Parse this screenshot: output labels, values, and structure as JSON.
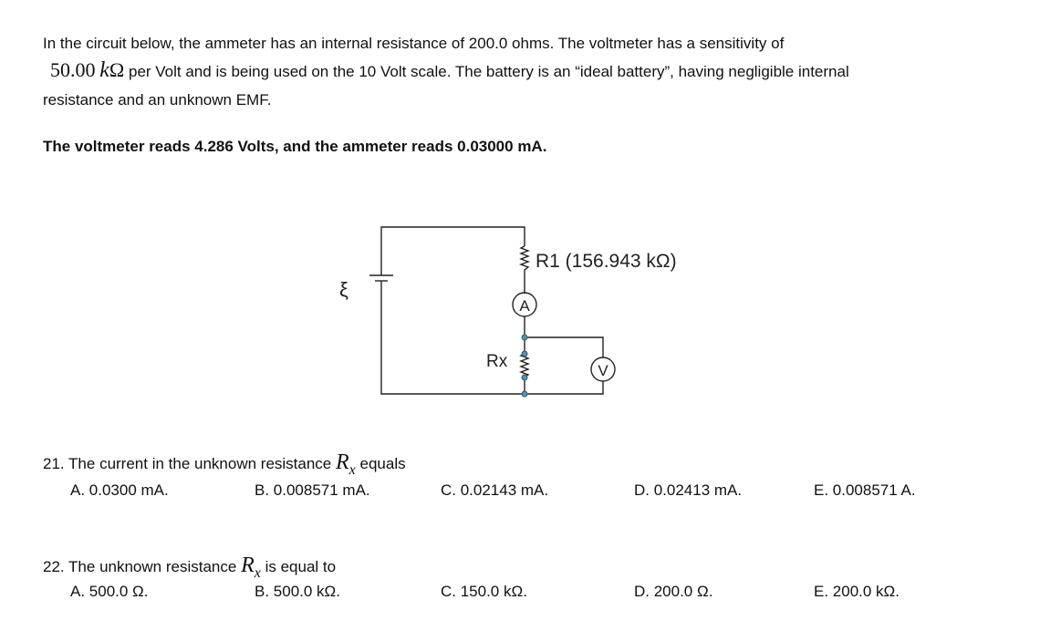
{
  "intro": {
    "line1": "In the circuit below, the ammeter has an internal resistance of 200.0 ohms.  The voltmeter has a sensitivity of",
    "sensitivity_value": "50.00",
    "sensitivity_k": "k",
    "sensitivity_omega": "Ω",
    "line2_rest": "per Volt and is being used on the 10 Volt scale.  The battery is an “ideal battery”, having negligible internal",
    "line3": "resistance and an unknown EMF."
  },
  "readings": "The voltmeter reads 4.286 Volts, and the ammeter reads 0.03000 mA.",
  "circuit": {
    "emf_symbol": "ξ",
    "r1_label": "R1 (156.943 kΩ)",
    "ammeter_label": "A",
    "rx_label": "Rx",
    "voltmeter_label": "V"
  },
  "questions": [
    {
      "prefix": "21. The current in the unknown resistance",
      "var": "R",
      "sub": "x",
      "suffix": "equals",
      "options": [
        "A. 0.0300 mA.",
        "B. 0.008571 mA.",
        "C. 0.02143 mA.",
        "D. 0.02413 mA.",
        "E. 0.008571 A."
      ]
    },
    {
      "prefix": "22. The unknown resistance",
      "var": "R",
      "sub": "x",
      "suffix": "is equal to",
      "options": [
        "A. 500.0 Ω.",
        "B. 500.0 kΩ.",
        "C. 150.0 kΩ.",
        "D. 200.0 Ω.",
        "E. 200.0 kΩ."
      ]
    }
  ]
}
